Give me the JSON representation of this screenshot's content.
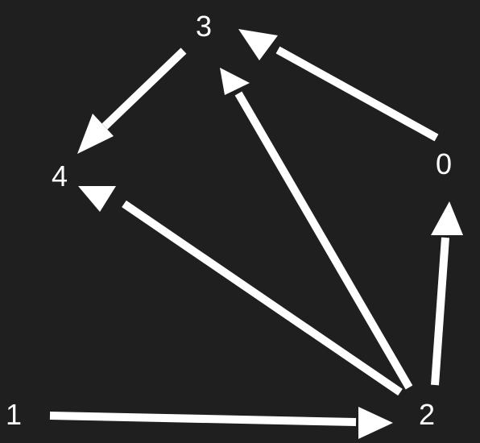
{
  "diagram": {
    "type": "directed-graph",
    "colors": {
      "background": "#1f1f1f",
      "edge": "#ffffff",
      "label": "#ffffff"
    },
    "nodes": [
      {
        "id": "0",
        "label": "0"
      },
      {
        "id": "1",
        "label": "1"
      },
      {
        "id": "2",
        "label": "2"
      },
      {
        "id": "3",
        "label": "3"
      },
      {
        "id": "4",
        "label": "4"
      }
    ],
    "edges": [
      {
        "from": "0",
        "to": "3"
      },
      {
        "from": "3",
        "to": "4"
      },
      {
        "from": "2",
        "to": "4"
      },
      {
        "from": "2",
        "to": "3"
      },
      {
        "from": "2",
        "to": "0"
      },
      {
        "from": "1",
        "to": "2"
      }
    ]
  }
}
